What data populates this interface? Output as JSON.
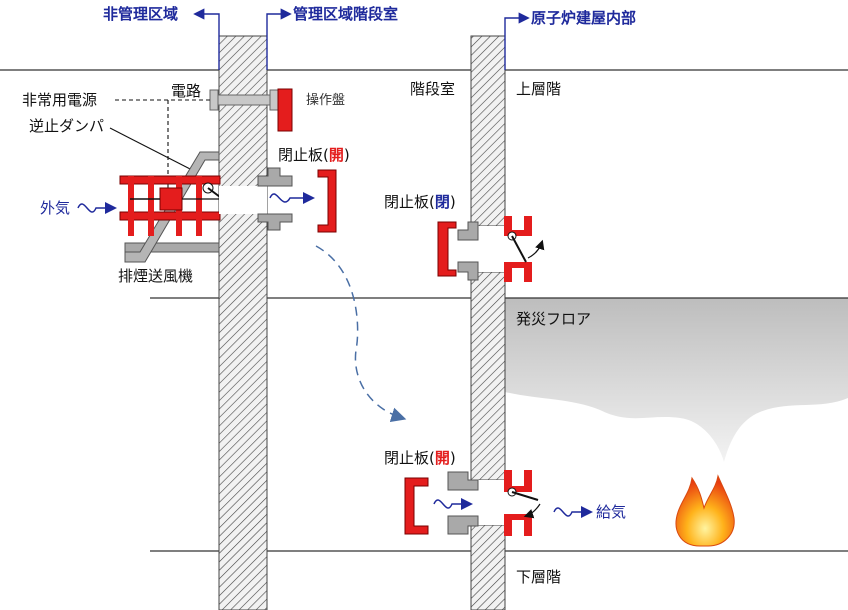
{
  "labels": {
    "non_controlled_area": "非管理区域",
    "controlled_area_stairwell": "管理区域階段室",
    "reactor_building_interior": "原子炉建屋内部",
    "electric_circuit": "電路",
    "emergency_power": "非常用電源",
    "check_damper": "逆止ダンパ",
    "control_panel": "操作盤",
    "stairwell": "階段室",
    "upper_floor": "上層階",
    "outside_air": "外気",
    "smoke_exhaust_fan": "排煙送風機",
    "fire_floor": "発災フロア",
    "supply_air": "給気",
    "lower_floor": "下層階"
  },
  "closure_plates": {
    "prefix": "閉止板(",
    "suffix": ")",
    "top": "開",
    "middle": "閉",
    "bottom": "開"
  },
  "colors": {
    "arrow_blue": "#1f2a9c",
    "equipment_red": "#e41d1d",
    "duct_gray": "#a9a9a9",
    "smoke_gray": "#d4d4d4"
  }
}
